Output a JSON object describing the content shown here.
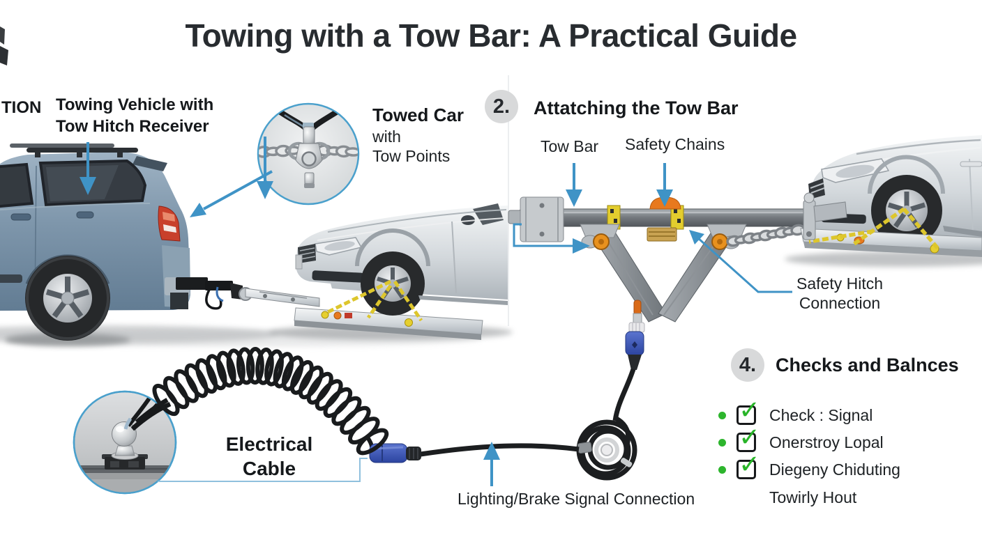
{
  "title": "Towing with a Tow Bar: A Practical Guide",
  "sections": {
    "towing": {
      "cropped_label": "TION",
      "vehicle_label_line1": "Towing Vehicle with",
      "vehicle_label_line2": "Tow Hitch Receiver",
      "towed_car_line1": "Towed Car",
      "towed_car_line2": "with",
      "towed_car_line3": "Tow Points"
    },
    "attaching": {
      "number": "2.",
      "heading": "Attatching the Tow Bar",
      "tow_bar_label": "Tow Bar",
      "safety_chains_label": "Safety Chains",
      "safety_hitch_line1": "Safety Hitch",
      "safety_hitch_line2": "Connection"
    },
    "electrical": {
      "cable_line1": "Electrical",
      "cable_line2": "Cable",
      "lighting_label": "Lighting/Brake Signal Connection"
    },
    "checks": {
      "number": "4.",
      "heading": "Checks and Balnces",
      "items": [
        {
          "label": "Check : Signal",
          "checked": true
        },
        {
          "label": "Onerstroy Lopal",
          "checked": true
        },
        {
          "label": "Diegeny Chiduting",
          "checked": true
        }
      ],
      "continuation_label": "Towirly Hout"
    }
  },
  "icons": {
    "check_glyph": "✓"
  },
  "colors": {
    "annotation_blue": "#3f93c6",
    "leader_blue": "#8fc0dd",
    "inset_border_blue": "#4aa0cc",
    "check_green": "#2db52d",
    "badge_gray": "#d8d9da",
    "text_dark": "#1d2124",
    "suv_body_blue": "#7e96ab",
    "car_silver": "#d3d8dc",
    "metal_gray": "#73787d",
    "hazard_yellow": "#e3cd2e",
    "marker_orange": "#e8791e",
    "connector_blue": "#3a52b4",
    "cable_black": "#1c1e20",
    "taillight_red": "#c8402b"
  }
}
